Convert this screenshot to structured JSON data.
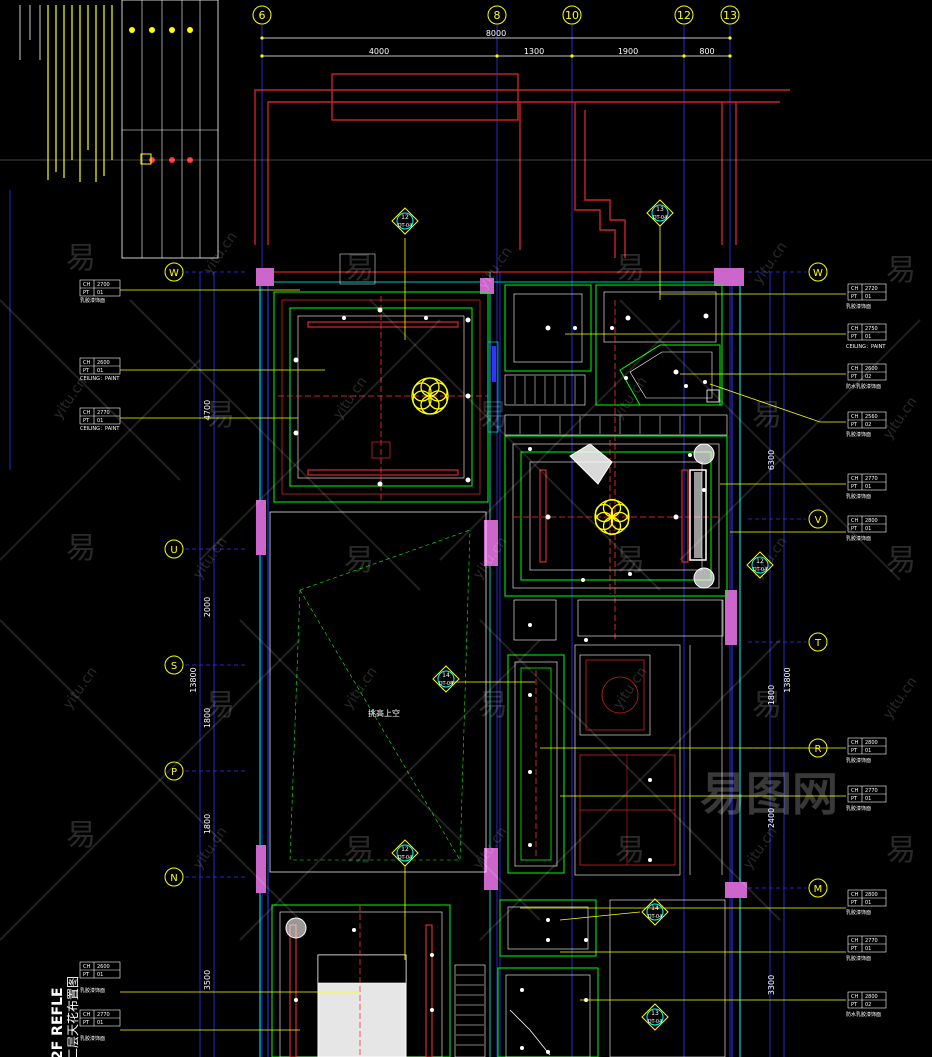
{
  "grid_top": [
    "6",
    "8",
    "10",
    "12",
    "13"
  ],
  "grid_left": [
    "W",
    "U",
    "S",
    "P",
    "N"
  ],
  "grid_right": [
    "W",
    "V",
    "T",
    "R",
    "M"
  ],
  "top_total": "8000",
  "top_dims": [
    "4000",
    "1300",
    "1900",
    "800"
  ],
  "left_dims": [
    "4700",
    "2000",
    "1800",
    "1800",
    "3500"
  ],
  "left_total": "13800",
  "right_dims": [
    "6300",
    "1800",
    "2400",
    "3300"
  ],
  "right_total": "13800",
  "room_label": "挑高上空",
  "title_en": "2F REFLE",
  "title_cn": "二层天花布置图",
  "watermark_logo": "易图网",
  "watermark_char": "易",
  "watermark_url": "yitu.cn",
  "callouts": {
    "c12a": {
      "num": "12",
      "ref": "DT-04"
    },
    "c13a": {
      "num": "13",
      "ref": "DT-04"
    },
    "c14a": {
      "num": "14",
      "ref": "DT-04"
    },
    "c12b": {
      "num": "12",
      "ref": "DT-04"
    },
    "c12c": {
      "num": "12",
      "ref": "DT-04"
    },
    "c14b": {
      "num": "14",
      "ref": "DT-04"
    },
    "c13b": {
      "num": "13",
      "ref": "DT-04"
    }
  },
  "tags_left": [
    {
      "ch": "2700",
      "pt": "01",
      "note": "乳胶漆饰面"
    },
    {
      "ch": "2600",
      "pt": "01",
      "note": "CEILING：PAINT"
    },
    {
      "ch": "2770",
      "pt": "01",
      "note": "CEILING：PAINT"
    },
    {
      "ch": "2600",
      "pt": "01",
      "note": "乳胶漆饰面"
    },
    {
      "ch": "2770",
      "pt": "01",
      "note": "乳胶漆饰面"
    }
  ],
  "tags_right": [
    {
      "ch": "2720",
      "pt": "01",
      "note": "乳胶漆饰面"
    },
    {
      "ch": "2750",
      "pt": "01",
      "note": "CEILING：PAINT"
    },
    {
      "ch": "2600",
      "pt": "02",
      "note": "防水乳胶漆饰面"
    },
    {
      "ch": "2560",
      "pt": "02",
      "note": "乳胶漆饰面"
    },
    {
      "ch": "2770",
      "pt": "01",
      "note": "乳胶漆饰面"
    },
    {
      "ch": "2800",
      "pt": "01",
      "note": "乳胶漆饰面"
    },
    {
      "ch": "2800",
      "pt": "01",
      "note": "乳胶漆饰面"
    },
    {
      "ch": "2770",
      "pt": "01",
      "note": "乳胶漆饰面"
    },
    {
      "ch": "2800",
      "pt": "01",
      "note": "乳胶漆饰面"
    },
    {
      "ch": "2770",
      "pt": "01",
      "note": "乳胶漆饰面"
    },
    {
      "ch": "2800",
      "pt": "02",
      "note": "防水乳胶漆饰面"
    }
  ],
  "colors": {
    "grid": "#3333ff",
    "wall": "#cc2222",
    "ceiling": "#ffff00",
    "cyan": "#00ffff",
    "green": "#00ff00",
    "magenta": "#cc66cc"
  }
}
